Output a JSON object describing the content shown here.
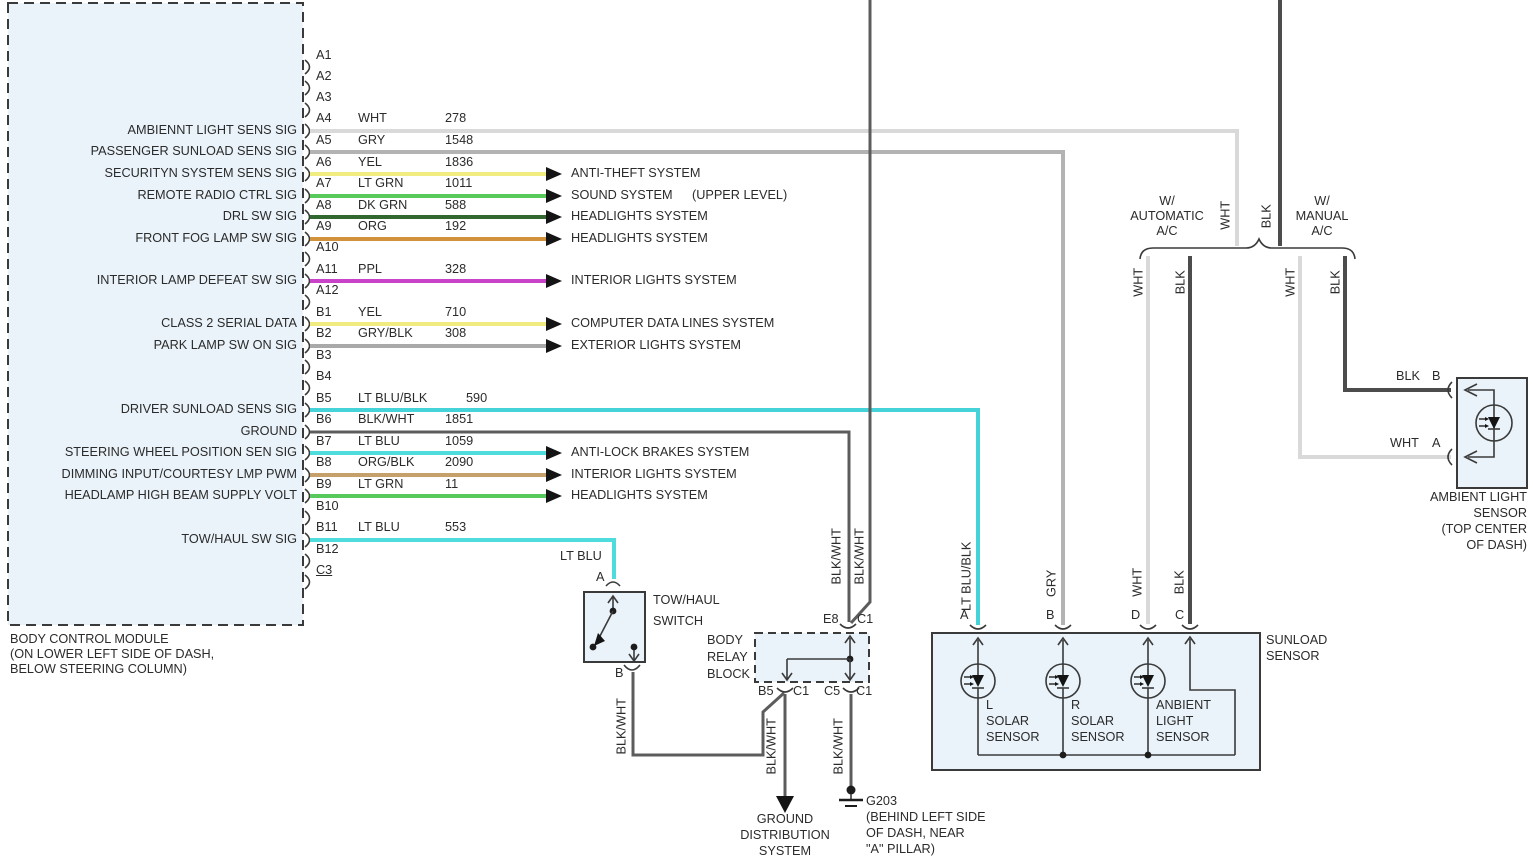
{
  "bcm": {
    "caption": [
      "BODY CONTROL MODULE",
      "(ON LOWER LEFT SIDE OF DASH,",
      "BELOW STEERING COLUMN)"
    ],
    "pins": [
      {
        "id": "A1"
      },
      {
        "id": "A2"
      },
      {
        "id": "A3"
      },
      {
        "id": "A4",
        "signal": "AMBIENNT LIGHT SENS SIG",
        "color": "WHT",
        "circuit": "278"
      },
      {
        "id": "A5",
        "signal": "PASSENGER SUNLOAD SENS SIG",
        "color": "GRY",
        "circuit": "1548"
      },
      {
        "id": "A6",
        "signal": "SECURITYN SYSTEM SENS SIG",
        "color": "YEL",
        "circuit": "1836",
        "dest": "ANTI-THEFT SYSTEM"
      },
      {
        "id": "A7",
        "signal": "REMOTE RADIO CTRL SIG",
        "color": "LT GRN",
        "circuit": "1011",
        "dest": "SOUND SYSTEM",
        "dest_note": "(UPPER LEVEL)"
      },
      {
        "id": "A8",
        "signal": "DRL SW SIG",
        "color": "DK GRN",
        "circuit": "588",
        "dest": "HEADLIGHTS SYSTEM"
      },
      {
        "id": "A9",
        "signal": "FRONT FOG LAMP SW SIG",
        "color": "ORG",
        "circuit": "192",
        "dest": "HEADLIGHTS SYSTEM"
      },
      {
        "id": "A10"
      },
      {
        "id": "A11",
        "signal": "INTERIOR LAMP DEFEAT SW SIG",
        "color": "PPL",
        "circuit": "328",
        "dest": "INTERIOR LIGHTS SYSTEM"
      },
      {
        "id": "A12"
      },
      {
        "id": "B1",
        "signal": "CLASS 2 SERIAL DATA",
        "color": "YEL",
        "circuit": "710",
        "dest": "COMPUTER DATA LINES SYSTEM"
      },
      {
        "id": "B2",
        "signal": "PARK LAMP SW ON SIG",
        "color": "GRY/BLK",
        "circuit": "308",
        "dest": "EXTERIOR LIGHTS SYSTEM"
      },
      {
        "id": "B3"
      },
      {
        "id": "B4"
      },
      {
        "id": "B5",
        "signal": "DRIVER SUNLOAD SENS SIG",
        "color": "LT BLU/BLK",
        "circuit": "590"
      },
      {
        "id": "B6",
        "signal": "GROUND",
        "color": "BLK/WHT",
        "circuit": "1851"
      },
      {
        "id": "B7",
        "signal": "STEERING WHEEL POSITION SEN SIG",
        "color": "LT BLU",
        "circuit": "1059",
        "dest": "ANTI-LOCK BRAKES SYSTEM"
      },
      {
        "id": "B8",
        "signal": "DIMMING INPUT/COURTESY LMP PWM",
        "color": "ORG/BLK",
        "circuit": "2090",
        "dest": "INTERIOR LIGHTS SYSTEM"
      },
      {
        "id": "B9",
        "signal": "HEADLAMP HIGH BEAM SUPPLY VOLT",
        "color": "LT GRN",
        "circuit": "11",
        "dest": "HEADLIGHTS SYSTEM"
      },
      {
        "id": "B10"
      },
      {
        "id": "B11",
        "signal": "TOW/HAUL SW SIG",
        "color": "LT BLU",
        "circuit": "553"
      },
      {
        "id": "B12"
      },
      {
        "id": "C3"
      }
    ]
  },
  "wire_labels": {
    "wht": "WHT",
    "blk": "BLK",
    "gry": "GRY",
    "lt_blu": "LT BLU",
    "lt_blu_blk": "LT BLU/BLK",
    "blk_wht": "BLK/WHT"
  },
  "ac_options": {
    "automatic": [
      "W/",
      "AUTOMATIC",
      "A/C"
    ],
    "manual": [
      "W/",
      "MANUAL",
      "A/C"
    ]
  },
  "tow_haul_switch": {
    "title": [
      "TOW/HAUL",
      "SWITCH"
    ],
    "pin_a": "A",
    "pin_b": "B"
  },
  "body_relay_block": {
    "title": [
      "BODY",
      "RELAY",
      "BLOCK"
    ],
    "pin_e8": "E8",
    "pin_b5": "B5",
    "pin_c5": "C5",
    "conn": "C1"
  },
  "sunload_sensor": {
    "title": [
      "SUNLOAD",
      "SENSOR"
    ],
    "pin_a": "A",
    "pin_b": "B",
    "pin_d": "D",
    "pin_c": "C",
    "part_l": [
      "L",
      "SOLAR",
      "SENSOR"
    ],
    "part_r": [
      "R",
      "SOLAR",
      "SENSOR"
    ],
    "part_amb": [
      "ANBIENT",
      "LIGHT",
      "SENSOR"
    ]
  },
  "ambient_light_sensor": {
    "pin_b": "B",
    "pin_a": "A",
    "wire_b": "BLK",
    "wire_a": "WHT",
    "caption": [
      "AMBIENT LIGHT",
      "SENSOR",
      "(TOP CENTER",
      "OF DASH)"
    ]
  },
  "grounds": {
    "distribution": [
      "GROUND",
      "DISTRIBUTION",
      "SYSTEM"
    ],
    "g203": [
      "G203",
      "(BEHIND LEFT SIDE",
      "OF DASH, NEAR",
      "\"A\" PILLAR)"
    ]
  },
  "colors": {
    "wht": "#d9d9d9",
    "gry": "#b3b3b3",
    "gry_blk": "#a9a9a9",
    "yel": "#f0ec80",
    "lt_grn": "#58c95b",
    "dk_grn": "#30682f",
    "org": "#d2923c",
    "ppl": "#c943c9",
    "lt_blu": "#4fdcdc",
    "lt_blu_blk": "#45d2d8",
    "blk_wht": "#5c5c5c",
    "blk": "#4c4c4c",
    "org_blk": "#c6a06b"
  }
}
